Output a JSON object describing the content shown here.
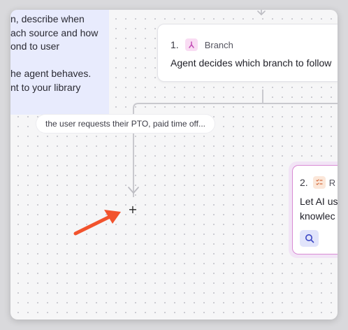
{
  "note": {
    "lines": [
      "n, describe when",
      "ach source and how",
      "ond to user",
      "",
      "he agent behaves.",
      "nt to your library"
    ]
  },
  "branch_step": {
    "number": "1.",
    "type_label": "Branch",
    "description": "Agent decides which branch to follow"
  },
  "condition": {
    "label": "the user requests their PTO, paid time off..."
  },
  "add_step": {
    "symbol": "+"
  },
  "ai_step": {
    "number": "2.",
    "type_label": "R",
    "title_line1": "Let AI us",
    "title_line2": "knowlec"
  },
  "colors": {
    "note_bg": "#e8ebfd",
    "branch_badge": "#f9dcf3",
    "branch_icon": "#c24bb5",
    "ai_card_border": "#d98bd4",
    "search_chip": "#e1e4fb",
    "arrow": "#f2532d"
  },
  "icons": {
    "branch": "branch-icon",
    "ai_step": "list-sparkle-icon",
    "search": "search-icon",
    "annotation": "red-arrow"
  }
}
